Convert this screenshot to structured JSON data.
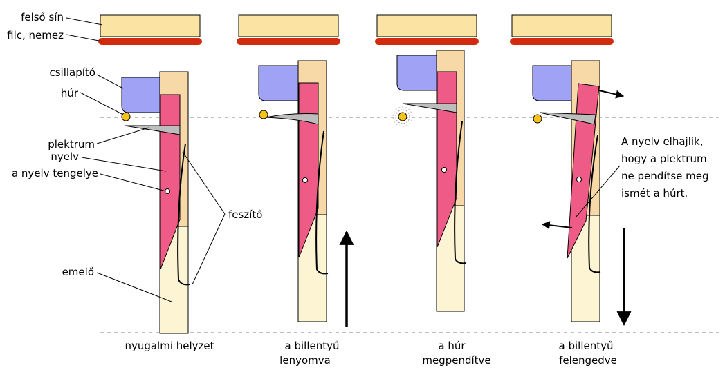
{
  "labels": {
    "upper_rail": "felső sín",
    "felt": "filc, nemez",
    "damper": "csillapító",
    "string": "húr",
    "plectrum": "plektrum",
    "tongue": "nyelv",
    "tongue_axis": "a nyelv tengelye",
    "spring": "feszítő",
    "jack": "emelő"
  },
  "note": {
    "lines": [
      "A nyelv elhajlik,",
      "hogy a plektrum",
      "ne pendítse meg",
      "ismét a húrt."
    ]
  },
  "captions": [
    {
      "lines": [
        "nyugalmi helyzet"
      ]
    },
    {
      "lines": [
        "a billentyű",
        "lenyomva"
      ]
    },
    {
      "lines": [
        "a húr",
        "megpendítve"
      ]
    },
    {
      "lines": [
        "a billentyű",
        "felengedve"
      ]
    }
  ],
  "colors": {
    "rail": "#fbe3a4",
    "felt": "#d12a0f",
    "damper": "#a0a3f5",
    "jack_upper": "#f7d9a8",
    "jack_lower": "#fdf4d3",
    "tongue": "#ee5b87",
    "string": "#f6c318",
    "plectrum": "#bdbdbd"
  }
}
